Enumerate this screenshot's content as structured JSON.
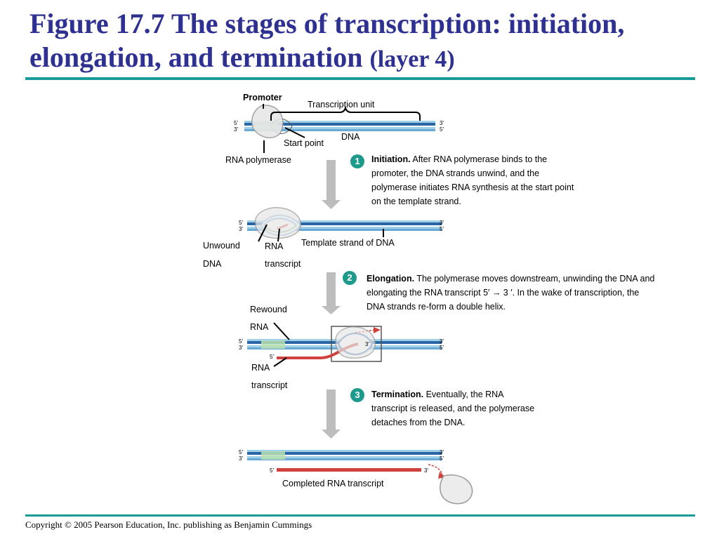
{
  "title": {
    "main": "Figure 17.7 The stages of transcription: initiation, elongation, and termination",
    "sub": "(layer 4)"
  },
  "copyright": "Copyright © 2005 Pearson Education, Inc. publishing as Benjamin Cummings",
  "labels": {
    "promoter": "Promoter",
    "transcription_unit": "Transcription unit",
    "dna": "DNA",
    "start_point": "Start point",
    "rna_polymerase": "RNA polymerase",
    "unwound": "Unwound",
    "unwound_dna": "DNA",
    "rna_1": "RNA",
    "transcript_1": "transcript",
    "template_strand": "Template strand of DNA",
    "rewound": "Rewound",
    "rewound_rna": "RNA",
    "rna_2": "RNA",
    "transcript_2": "transcript",
    "completed": "Completed RNA transcript"
  },
  "ends": {
    "five": "5′",
    "three": "3′"
  },
  "steps": [
    {
      "number": "1",
      "head": "Initiation.",
      "body": "After RNA polymerase binds to the promoter, the DNA strands unwind, and the polymerase initiates RNA synthesis at the start point on the template strand."
    },
    {
      "number": "2",
      "head": "Elongation.",
      "body": "The polymerase moves downstream, unwinding the DNA and elongating the RNA transcript 5′ → 3 ′.  In the wake of transcription, the DNA strands re-form a double helix."
    },
    {
      "number": "3",
      "head": "Termination.",
      "body": "Eventually, the RNA transcript is released, and the polymerase detaches from the DNA."
    }
  ],
  "colors": {
    "title": "#2e3192",
    "rule": "#1a9a9a",
    "dna_dark": "#2a66a6",
    "dna_light": "#9fd0e8",
    "promoter": "#b9dfb0",
    "rna": "#d0403c",
    "badge": "#1e9a8c",
    "arrow": "#bdbdbd"
  }
}
